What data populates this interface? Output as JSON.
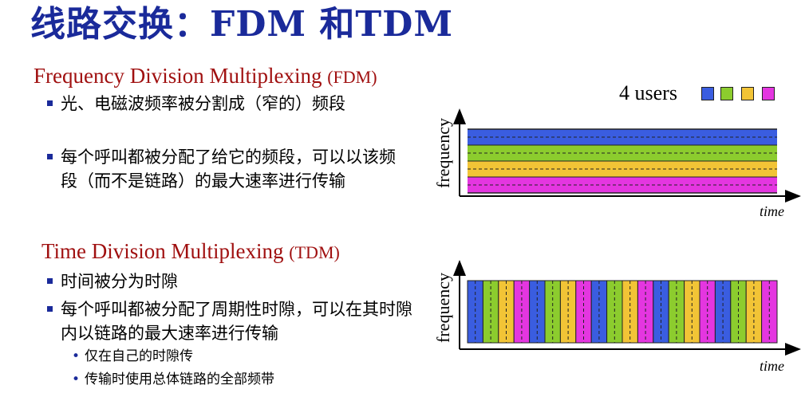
{
  "title": "线路交换：FDM 和TDM",
  "fdm": {
    "heading": "Frequency Division Multiplexing",
    "abbr": "(FDM)",
    "bullets": [
      "光、电磁波频率被分割成（窄的）频段",
      "每个呼叫都被分配了给它的频段，可以以该频段（而不是链路）的最大速率进行传输"
    ]
  },
  "tdm": {
    "heading": "Time Division Multiplexing",
    "abbr": "(TDM)",
    "bullets": [
      "时间被分为时隙",
      "每个呼叫都被分配了周期性时隙，可以在其时隙内以链路的最大速率进行传输"
    ],
    "sub_bullets": [
      "仅在自己的时隙传",
      "传输时使用总体链路的全部频带"
    ]
  },
  "legend": {
    "label": "4 users",
    "colors": [
      "#3a5de0",
      "#8ccc2e",
      "#f2c436",
      "#e436e0"
    ]
  },
  "diagrams": {
    "ylabel": "frequency",
    "xlabel": "time",
    "tdm_slot_count": 20
  }
}
